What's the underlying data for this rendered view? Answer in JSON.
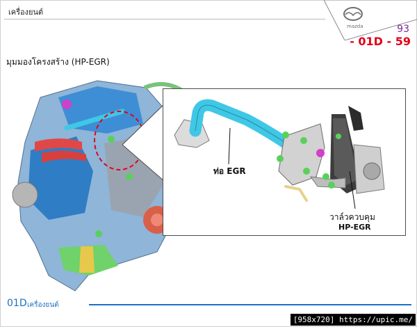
{
  "header": {
    "title": "เครื่องยนต์"
  },
  "logo": {
    "text": "mazda",
    "accent": "#6e6e6e"
  },
  "page": {
    "number": "93",
    "code": "- 01D - 59"
  },
  "section": {
    "title": "มุมมองโครงสร้าง (HP-EGR)"
  },
  "callouts": {
    "pipe_label": "ท่อ EGR",
    "valve_label_line1": "วาล์วควบคุม",
    "valve_label_line2": "HP-EGR"
  },
  "footer": {
    "code": "01D",
    "label": "เครื่องยนต์"
  },
  "watermark": {
    "text": "[958x720] https://upic.me/"
  },
  "colors": {
    "pipe": "#3fc8e6",
    "highlight_ring": "#e2001a",
    "footer_accent": "#1f6fc4",
    "page_code": "#e2001a"
  }
}
